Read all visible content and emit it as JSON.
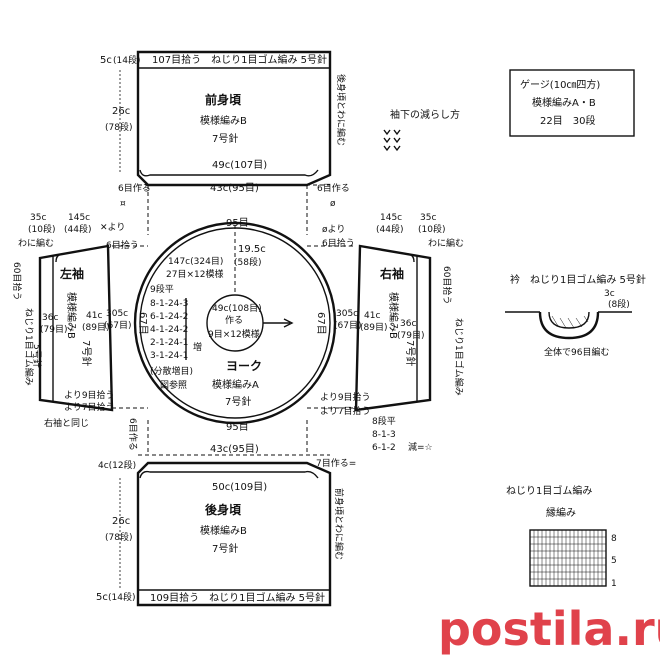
{
  "front": {
    "title": "前身頃",
    "pattern": "模様編みB",
    "needle": "7号針",
    "top_rib": "107目拾う　ねじり1目ゴム編み 5号針",
    "top_rib_h": "5c",
    "top_rib_rows": "(14段)",
    "height": "26c",
    "height_rows": "(78段)",
    "width_inner": "49c(107目)",
    "width_yoke": "43c(95目)",
    "cast_left": "6目作る",
    "cast_right": "6目作る",
    "side_note": "後身頃とわに編む",
    "ring_left": "¤",
    "ring_right": "ø"
  },
  "back": {
    "title": "後身頃",
    "pattern": "模様編みB",
    "needle": "7号針",
    "bottom_rib": "109目拾う　ねじり1目ゴム編み 5号針",
    "bottom_rib_h": "5c",
    "bottom_rib_rows": "(14段)",
    "height": "26c",
    "height_rows": "(78段)",
    "width_inner": "50c(109目)",
    "width_yoke": "43c(95目)",
    "top_left": "4c(12段)",
    "cast_right": "7目作る=",
    "side_note": "前身頃とわに編む",
    "cast_left_v": "6目作る"
  },
  "yoke": {
    "title": "ヨーク",
    "pattern": "模様編みA",
    "needle": "7号針",
    "outer": "147c(324目)",
    "outer_sub": "27目×12模様",
    "depth": "19.5c",
    "depth_rows": "(58段)",
    "top_st": "95目",
    "bottom_st": "95目",
    "left_st": "67目",
    "right_st": "67目",
    "center_1": "49c(108目)",
    "center_2": "作る",
    "center_3": "9目×12模様",
    "rows_head": "9段平",
    "dec_rows": [
      "8-1-24-3",
      "6-1-24-2",
      "4-1-24-2",
      "2-1-24-1",
      "3-1-24-1"
    ],
    "inc_mark": "増",
    "dist_note": "(分散増目)",
    "chart_ref": "図参照"
  },
  "left_sleeve": {
    "title": "左袖",
    "pattern": "模様編みB",
    "needle": "7号針",
    "top_w": "35c",
    "top_w_rows": "(10段)",
    "top_w2": "145c",
    "top_w2_rows": "(44段)",
    "width": "36c",
    "width_st": "(79目)",
    "inner": "41c",
    "inner_st": "(89目)",
    "depth": "305c",
    "depth_st": "(67目)",
    "cuff": "60目拾う",
    "cuff_rib": "ねじり1目ゴム編み",
    "cuff_h": "5号針",
    "pick": "6目拾う",
    "from_mark": "✕より",
    "join": "わに編む",
    "same": "右袖と同じ",
    "pick_9": "より9目拾う",
    "pick_7": "より7目拾う"
  },
  "right_sleeve": {
    "title": "右袖",
    "pattern": "模様編みB",
    "needle": "7号針",
    "top_w": "35c",
    "top_w_rows": "(10段)",
    "top_w2": "145c",
    "top_w2_rows": "(44段)",
    "width": "36c",
    "width_st": "(79目)",
    "inner": "41c",
    "inner_st": "(89目)",
    "depth": "305c",
    "depth_st": "(67目)",
    "cuff": "60目拾う",
    "cuff_rib": "ねじり1目ゴム編み",
    "pick": "6目拾う",
    "from_mark": "øより",
    "join": "わに編む",
    "pick_9": "より9目拾う",
    "pick_7": "より7目拾う",
    "rows_flat": "8段平",
    "dec_a": "8-1-3",
    "dec_b": "6-1-2",
    "dec_note": "減=☆"
  },
  "gauge": {
    "title": "ゲージ(10㎝四方)",
    "line2": "模様編みA・B",
    "line3": "22目　30段"
  },
  "sleeve_dec": {
    "label": "袖下の減らし方"
  },
  "neck": {
    "label": "衿　ねじり1目ゴム編み 5号針",
    "h": "3c",
    "h_rows": "(8段)",
    "note": "全体で96目編む"
  },
  "rib_chart": {
    "title": "ねじり1目ゴム編み",
    "sub": "縁編み",
    "rows": [
      "8",
      "5",
      "1"
    ]
  },
  "watermark": "postila.ru"
}
